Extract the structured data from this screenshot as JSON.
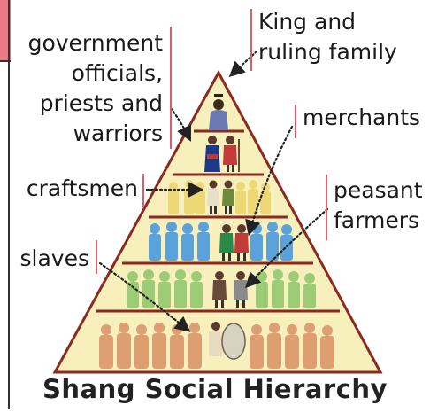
{
  "title": "Shang Social Hierarchy",
  "labels": {
    "king": [
      "King and",
      "ruling family"
    ],
    "officials": [
      "government",
      "officials,",
      "priests and",
      "warriors"
    ],
    "merchants": [
      "merchants"
    ],
    "craftsmen": [
      "craftsmen"
    ],
    "peasants": [
      "peasant",
      "farmers"
    ],
    "slaves": [
      "slaves"
    ]
  },
  "tiers": [
    {
      "group": "King and ruling family",
      "figure_color": "#6a7ab0"
    },
    {
      "group": "government officials, priests and warriors",
      "figure_color": "#7a5a9a"
    },
    {
      "group": "craftsmen",
      "figure_color": "#e8c23a"
    },
    {
      "group": "merchants",
      "figure_color": "#3a8fd8"
    },
    {
      "group": "peasant farmers",
      "figure_color": "#8fc46a"
    },
    {
      "group": "slaves",
      "figure_color": "#d98a5a"
    }
  ],
  "colors": {
    "pyramid_fill": "#f7efbc",
    "pyramid_stroke": "#8b2a1f",
    "label_bar": "#e05a6a",
    "arrow": "#222222"
  }
}
